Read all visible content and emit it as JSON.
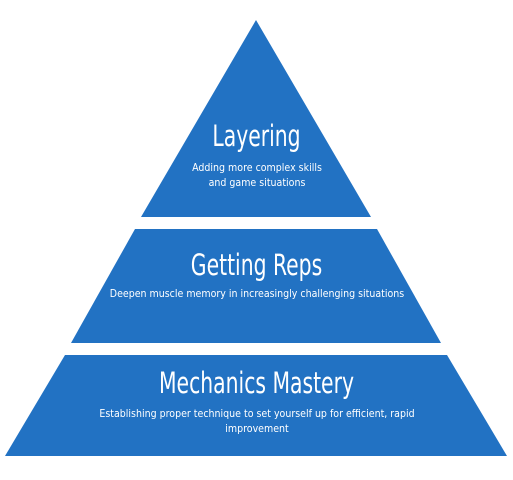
{
  "colors": {
    "tier_fill": "#2272c3",
    "text": "#ffffff",
    "background": "#ffffff"
  },
  "tiers": [
    {
      "title": "Layering",
      "description": "Adding more complex skills and game situations"
    },
    {
      "title": "Getting Reps",
      "description": "Deepen muscle memory in increasingly challenging situations"
    },
    {
      "title": "Mechanics Mastery",
      "description": "Establishing proper technique to set yourself up for efficient, rapid improvement"
    }
  ]
}
